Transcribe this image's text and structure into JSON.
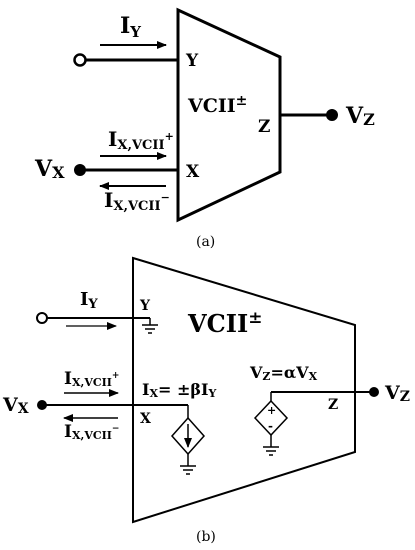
{
  "panel_a": {
    "caption": "(a)",
    "block_label": "VCII",
    "block_superscript": "±",
    "port_y": "Y",
    "port_x": "X",
    "port_z": "Z",
    "current_y_main": "I",
    "current_y_sub": "Y",
    "current_x_plus_main": "I",
    "current_x_plus_sub": "X,VCII",
    "current_x_plus_sup": "+",
    "current_x_minus_main": "I",
    "current_x_minus_sub": "X,VCII",
    "current_x_minus_sup": "−",
    "voltage_x_main": "V",
    "voltage_x_sub": "X",
    "voltage_z_main": "V",
    "voltage_z_sub": "Z"
  },
  "panel_b": {
    "caption": "(b)",
    "block_label": "VCII",
    "block_superscript": "±",
    "port_y": "Y",
    "port_x": "X",
    "port_z": "Z",
    "current_y_main": "I",
    "current_y_sub": "Y",
    "current_x_plus_main": "I",
    "current_x_plus_sub": "X,VCII",
    "current_x_plus_sup": "+",
    "current_x_minus_main": "I",
    "current_x_minus_sub": "X,VCII",
    "current_x_minus_sup": "−",
    "voltage_x_main": "V",
    "voltage_x_sub": "X",
    "voltage_z_main": "V",
    "voltage_z_sub": "Z",
    "eq_ix": "I",
    "eq_ix_sub": "X",
    "eq_ix_rhs": "= ±βI",
    "eq_ix_rhs_sub": "Y",
    "eq_vz": "V",
    "eq_vz_sub": "Z",
    "eq_vz_rhs": "=αV",
    "eq_vz_rhs_sub": "X",
    "source_plus": "+",
    "source_minus": "-"
  }
}
